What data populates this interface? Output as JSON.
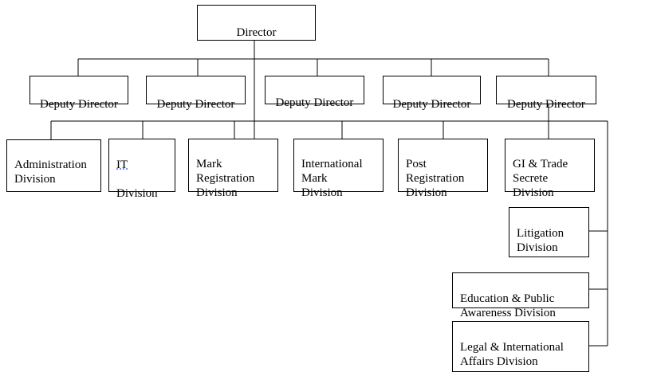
{
  "colors": {
    "line": "#000000",
    "box_border": "#000000",
    "background": "#ffffff"
  },
  "director": {
    "label": "Director"
  },
  "deputies": [
    {
      "label": "Deputy Director"
    },
    {
      "label": "Deputy Director"
    },
    {
      "label": "Deputy Director"
    },
    {
      "label": "Deputy Director"
    },
    {
      "label": "Deputy Director"
    }
  ],
  "divisions": [
    {
      "label": "Administration\nDivision"
    },
    {
      "label_line1": "IT",
      "label_line2": "Division"
    },
    {
      "label": "Mark\nRegistration\nDivision"
    },
    {
      "label": "International\nMark\nDivision"
    },
    {
      "label": "Post\nRegistration\nDivision"
    },
    {
      "label": "GI & Trade\nSecrete\nDivision"
    }
  ],
  "side_divisions": [
    {
      "label": "Litigation\nDivision"
    },
    {
      "label": "Education & Public\nAwareness Division"
    },
    {
      "label": "Legal & International\nAffairs Division"
    }
  ]
}
